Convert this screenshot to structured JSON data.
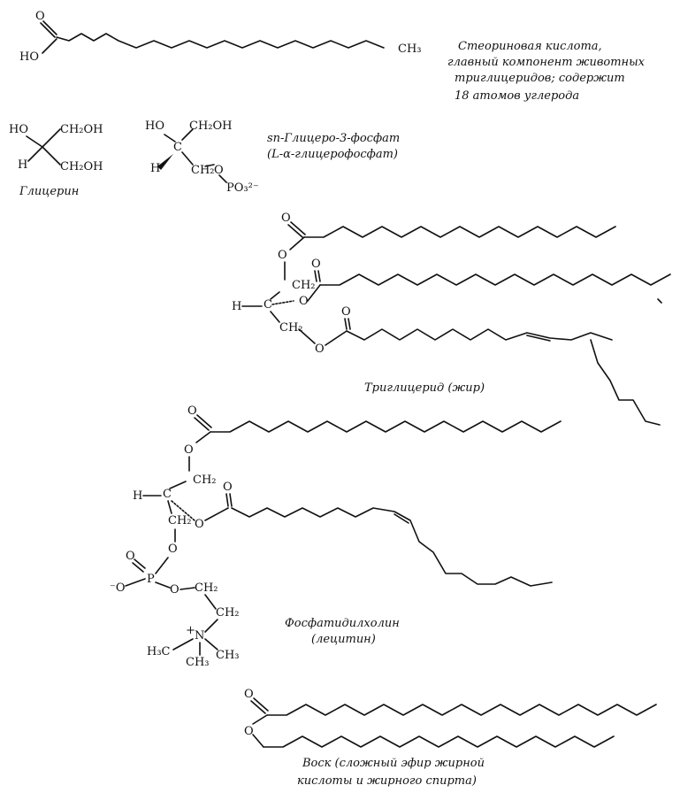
{
  "atoms": {
    "ho": "HO",
    "o": "O",
    "ch3": "CH₃",
    "ch2oh": "CH₂OH",
    "h": "H",
    "ch2": "CH₂",
    "po3": "PO₃²⁻",
    "minus_o": "⁻O",
    "p": "P",
    "n": "N",
    "plus": "+",
    "h3c": "H₃C",
    "c": "C"
  },
  "captions": {
    "stearic_1": "Стеориновая кислота,",
    "stearic_2": "главный компонент животных",
    "stearic_3": "триглицеридов; содержит",
    "stearic_4": "18 атомов углерода",
    "glycerol": "Глицерин",
    "g3p_1": "sn-Глицеро-3-фосфат",
    "g3p_2": "(L-α-глицерофосфат)",
    "triglyceride": "Триглицерид (жир)",
    "lecithin_1": "Фосфатидилхолин",
    "lecithin_2": "(лецитин)",
    "wax_1": "Воск (сложный эфир жирной",
    "wax_2": "кислоты и жирного спирта)"
  }
}
